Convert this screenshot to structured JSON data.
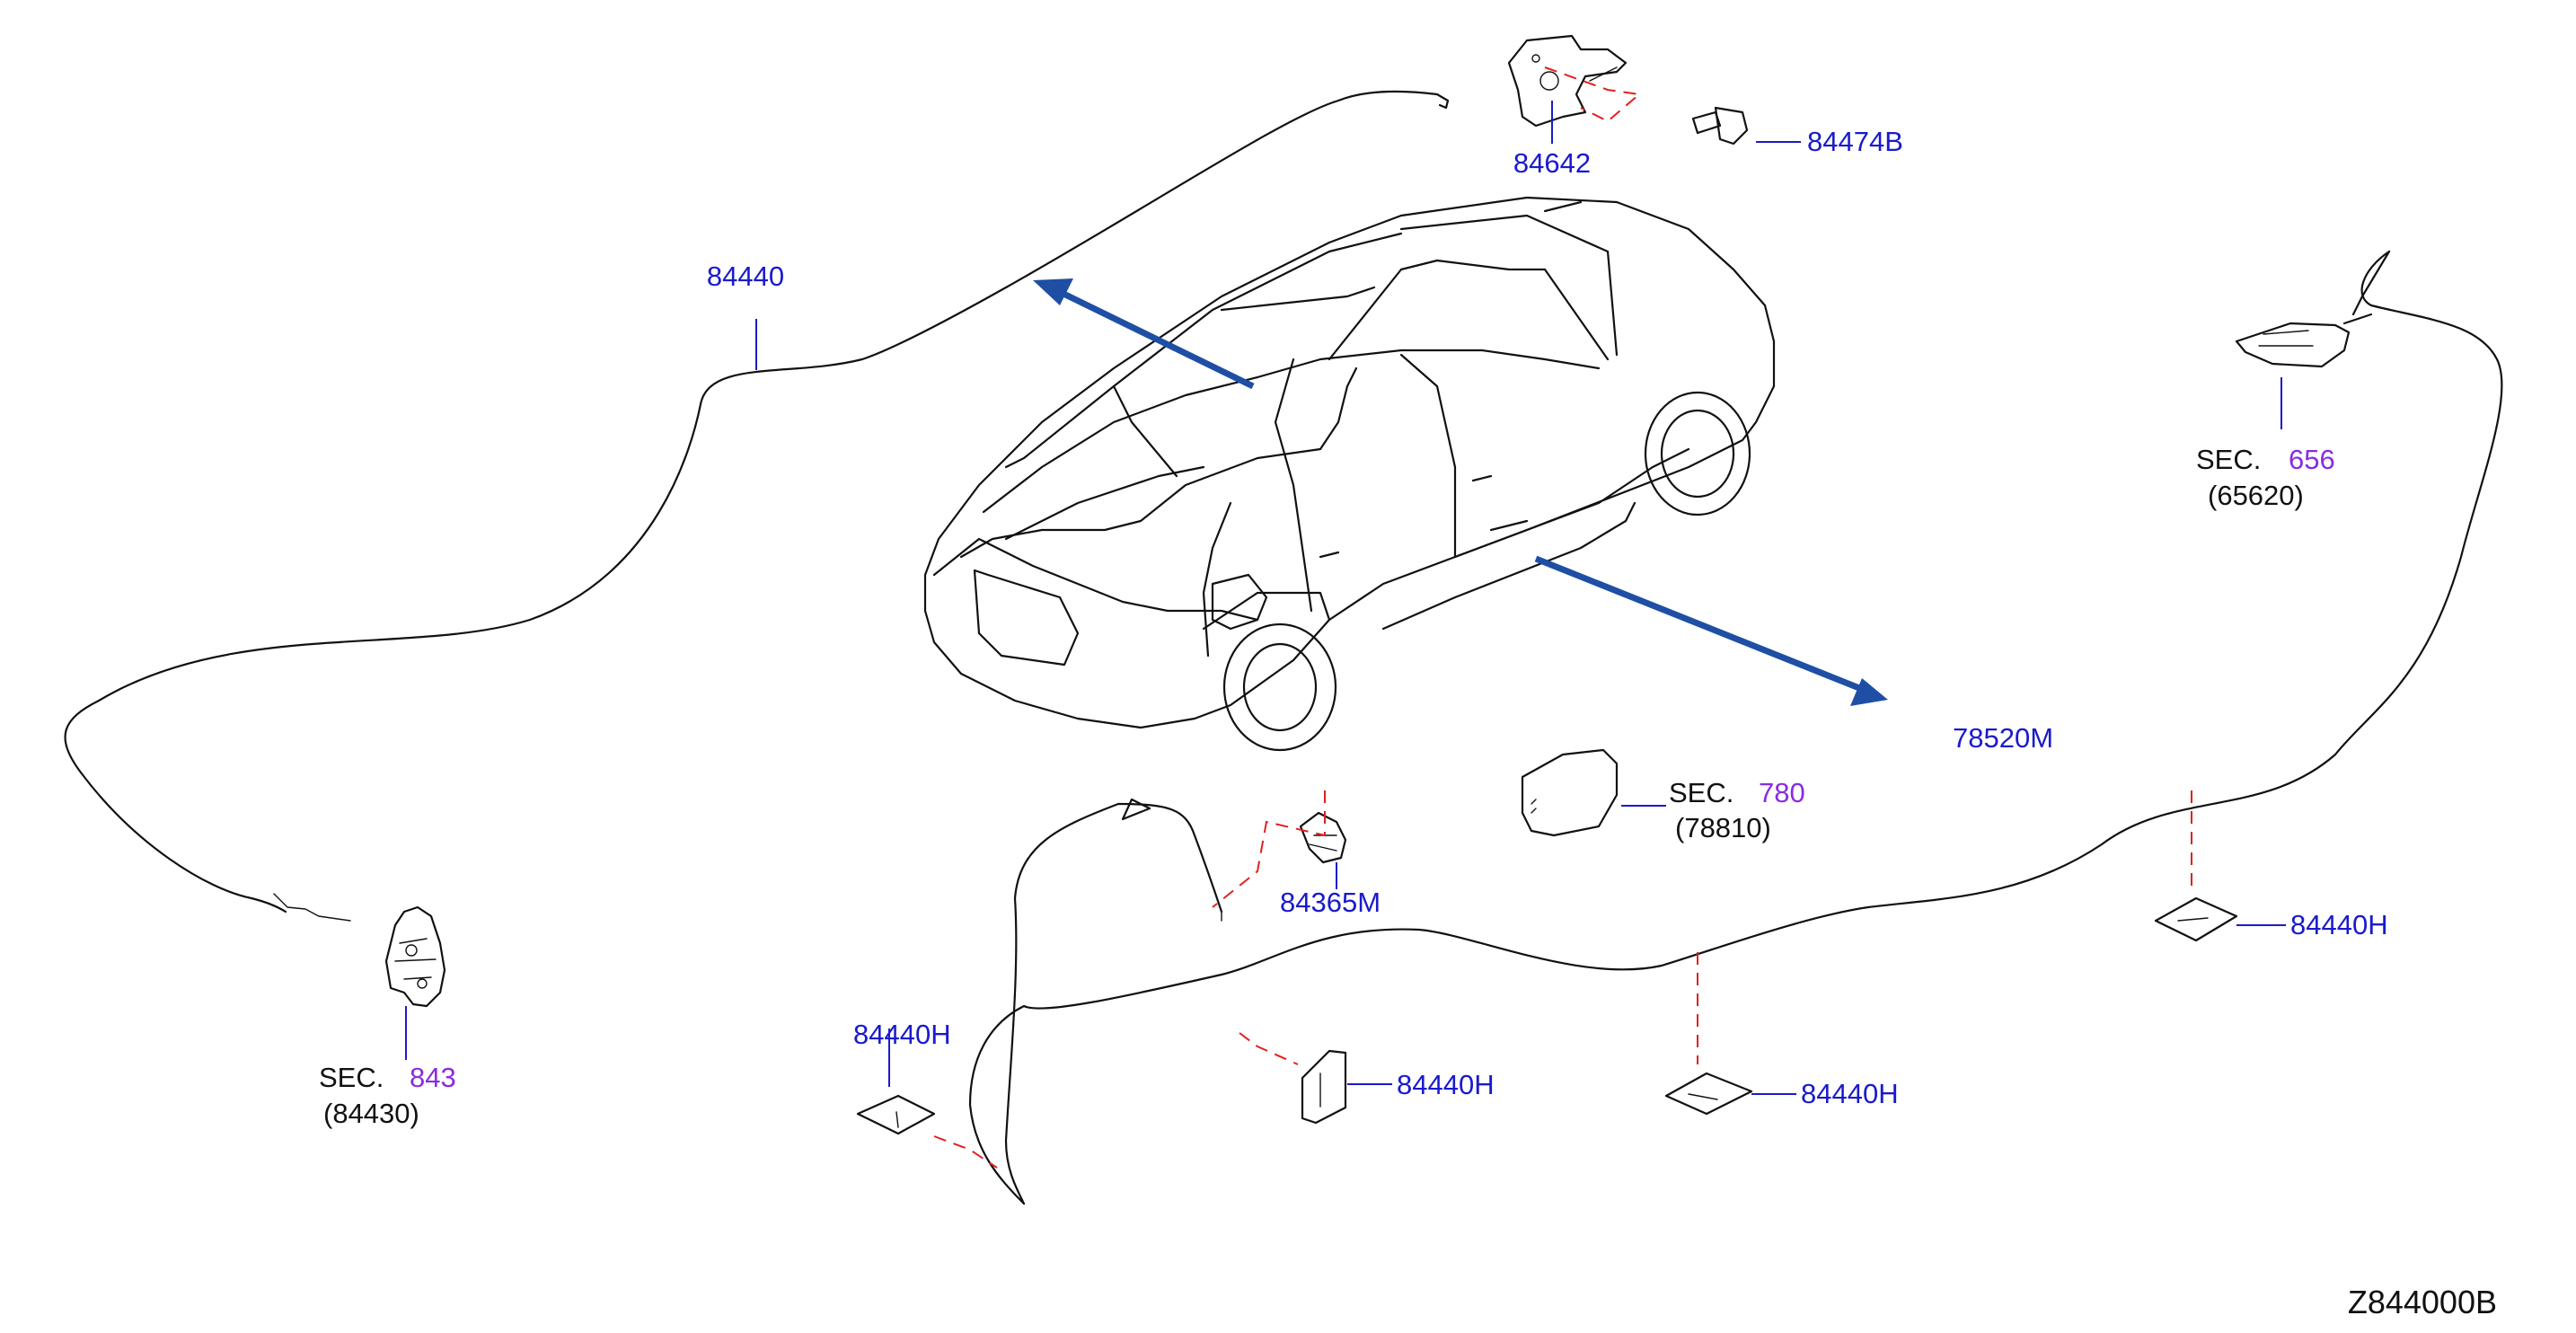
{
  "diagram_code": "Z844000B",
  "parts": {
    "hinge": "84642",
    "bolt": "84474B",
    "trunk_cable": "84440",
    "fuel_cable": "78520M",
    "fuel_opener": "84365M",
    "clip_1": "84440H",
    "clip_2": "84440H",
    "clip_3": "84440H",
    "clip_4": "84440H"
  },
  "sections": {
    "lock": {
      "label": "SEC.",
      "number": "843",
      "part": "(84430)"
    },
    "opener": {
      "label": "SEC.",
      "number": "656",
      "part": "(65620)"
    },
    "filler_lid": {
      "label": "SEC.",
      "number": "780",
      "part": "(78810)"
    }
  },
  "colors": {
    "part_label": "#1a1acc",
    "section_number": "#8a2be2",
    "arrow": "#1f4fa5",
    "dashed_leader": "#e02020"
  },
  "icons": [
    "sedan-car-icon",
    "hinge-icon",
    "bolt-icon",
    "latch-icon",
    "opener-handle-icon",
    "fuel-opener-icon",
    "filler-lid-icon",
    "clip-icon"
  ]
}
